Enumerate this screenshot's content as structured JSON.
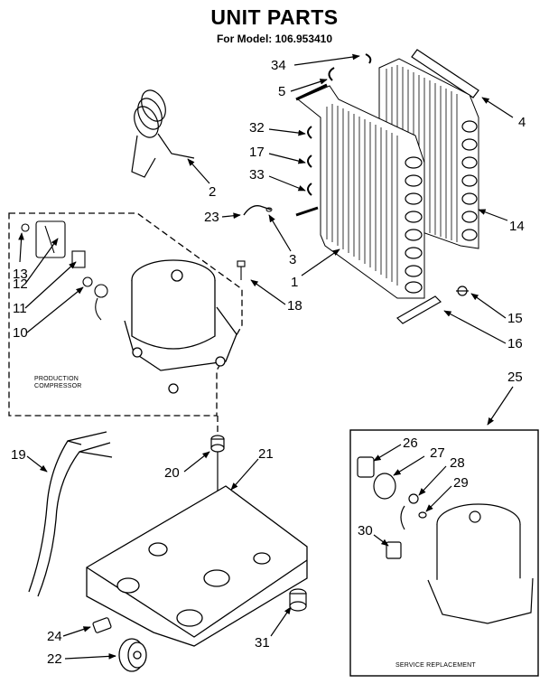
{
  "title": "UNIT PARTS",
  "subtitle": "For Model: 106.953410",
  "callouts": {
    "p34": "34",
    "p5": "5",
    "p4": "4",
    "p32": "32",
    "p17": "17",
    "p33": "33",
    "p2": "2",
    "p23": "23",
    "p3": "3",
    "p1": "1",
    "p14": "14",
    "p13": "13",
    "p12": "12",
    "p11": "11",
    "p10": "10",
    "p18": "18",
    "p15": "15",
    "p16": "16",
    "p25": "25",
    "p19": "19",
    "p20": "20",
    "p21": "21",
    "p26": "26",
    "p27": "27",
    "p28": "28",
    "p29": "29",
    "p30": "30",
    "p24": "24",
    "p22": "22",
    "p31": "31"
  },
  "production_box": {
    "line1": "PRODUCTION",
    "line2": "COMPRESSOR"
  },
  "service_box": {
    "label": "SERVICE REPLACEMENT"
  }
}
